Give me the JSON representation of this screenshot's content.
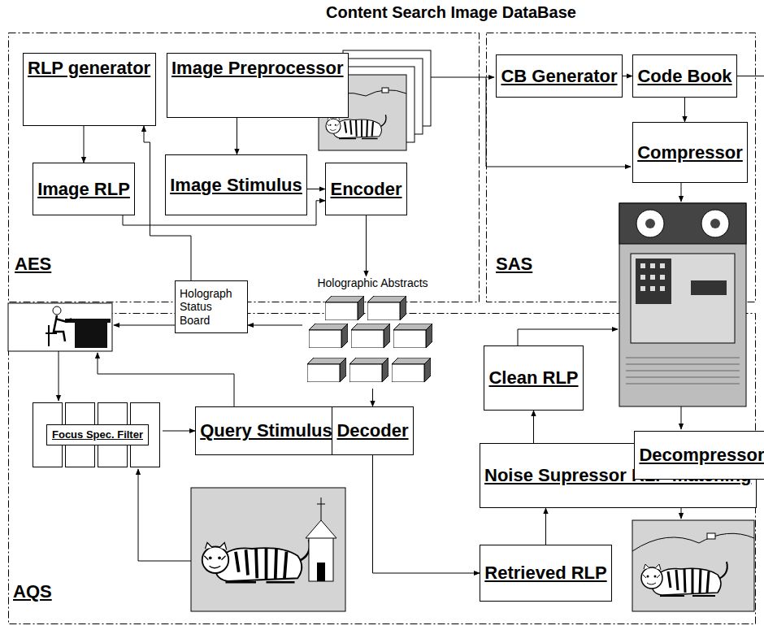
{
  "diagram": {
    "title": "Content Search Image DataBase",
    "nodes": [
      {
        "text": [
          "AES"
        ]
      },
      {
        "text": [
          "RLP generator"
        ],
        "in": 0
      },
      {
        "text": [
          "Image Preprocessor"
        ],
        "in": 0
      },
      {
        "text": [
          "Image RLP"
        ],
        "in": 0
      },
      {
        "text": [
          "Image Stimulus"
        ],
        "in": 0
      },
      {
        "text": [
          "Encoder"
        ],
        "in": 0
      },
      {
        "text": [
          "SAS"
        ]
      },
      {
        "text": [
          "CB Generator"
        ],
        "in": 6
      },
      {
        "text": [
          "Code Book"
        ],
        "in": 6
      },
      {
        "text": [
          "Compressor"
        ],
        "in": 6
      },
      {
        "text": [
          "Holograph Status Board"
        ]
      },
      {
        "text": [
          "Holographic Abstracts"
        ]
      },
      {
        "text": [
          "AQS"
        ]
      },
      {
        "text": [
          "Focus Spec. Filter"
        ],
        "in": 12
      },
      {
        "text": [
          "Query Stimulus"
        ],
        "in": 12
      },
      {
        "text": [
          "Decoder"
        ],
        "in": 12
      },
      {
        "text": [
          "Clean RLP"
        ],
        "in": 12
      },
      {
        "text": [
          "Noise Supressor RLP matching"
        ],
        "in": 12
      },
      {
        "text": [
          "Retrieved RLP"
        ],
        "in": 12
      },
      {
        "text": [
          "Decompressor"
        ],
        "in": 12
      }
    ],
    "edges": [
      {
        "from": 1,
        "to": 3,
        "arrow": "to"
      },
      {
        "from": 2,
        "to": 4,
        "arrow": "to"
      },
      {
        "from": 4,
        "to": 5,
        "arrow": "to"
      },
      {
        "from": 3,
        "to": 5,
        "arrow": "to"
      },
      {
        "from": 5,
        "to": 11,
        "arrow": "to"
      },
      {
        "from": 11,
        "to": 10,
        "arrow": "to"
      },
      {
        "from": 10,
        "to": 1,
        "arrow": "to"
      },
      {
        "from": 7,
        "to": 8,
        "arrow": "to"
      },
      {
        "from": 8,
        "to": 9,
        "arrow": "to"
      },
      {
        "from": 8,
        "to": 19,
        "arrow": "to"
      },
      {
        "from": 11,
        "to": 15,
        "arrow": "to"
      },
      {
        "from": 14,
        "to": 15,
        "arrow": "to"
      },
      {
        "from": 13,
        "to": 14,
        "arrow": "to"
      },
      {
        "from": 15,
        "to": 18,
        "arrow": "to"
      },
      {
        "from": 18,
        "to": 17,
        "arrow": "to"
      },
      {
        "from": 17,
        "to": 16,
        "arrow": "to"
      }
    ]
  }
}
